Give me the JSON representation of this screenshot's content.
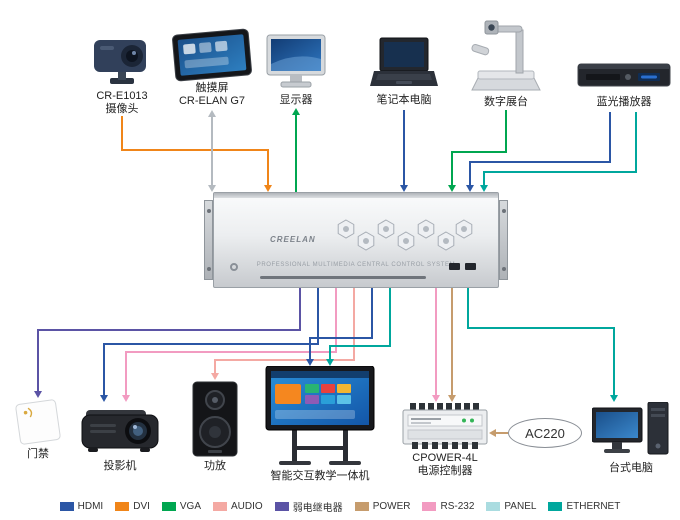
{
  "top_devices": [
    {
      "label1": "CR-E1013",
      "label2": "摄像头"
    },
    {
      "label1": "触摸屏",
      "label2": "CR-ELAN G7"
    },
    {
      "label1": "显示器"
    },
    {
      "label1": "笔记本电脑"
    },
    {
      "label1": "数字展台"
    },
    {
      "label1": "蓝光播放器"
    }
  ],
  "bottom_devices": [
    {
      "label1": "门禁"
    },
    {
      "label1": "投影机"
    },
    {
      "label1": "功放"
    },
    {
      "label1": "智能交互教学一体机"
    },
    {
      "label1": "CPOWER-4L",
      "label2": "电源控制器"
    },
    {
      "label1": "台式电脑"
    }
  ],
  "power_source": {
    "label": "AC220"
  },
  "central_unit": {
    "logo": "CREELAN",
    "caption": "PROFESSIONAL MULTIMEDIA CENTRAL CONTROL SYSTEM"
  },
  "colors": {
    "hdmi": "#2b56a5",
    "dvi": "#f08519",
    "vga": "#00a650",
    "audio": "#f4a9a3",
    "relay": "#5b53a5",
    "power": "#c69c6d",
    "rs232": "#f29bc1",
    "panel": "#aadce0",
    "ethernet": "#00a79d",
    "touch_link": "#b4bac0"
  },
  "legend": [
    {
      "label": "HDMI"
    },
    {
      "label": "DVI"
    },
    {
      "label": "VGA"
    },
    {
      "label": "AUDIO"
    },
    {
      "label": "弱电继电器"
    },
    {
      "label": "POWER"
    },
    {
      "label": "RS-232"
    },
    {
      "label": "PANEL"
    },
    {
      "label": "ETHERNET"
    }
  ]
}
